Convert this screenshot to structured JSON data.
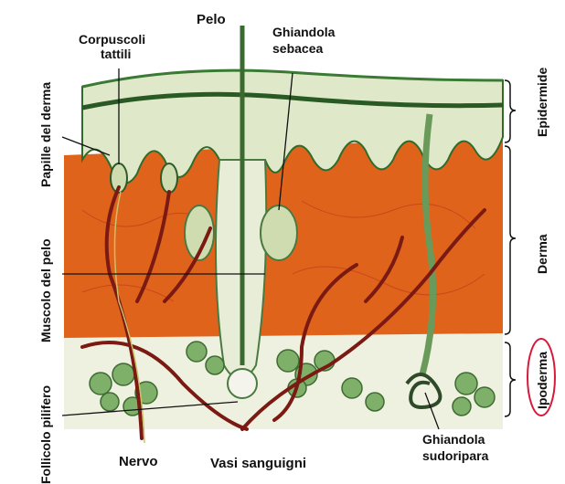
{
  "labels": {
    "pelo": "Pelo",
    "corpuscoli_line1": "Corpuscoli",
    "corpuscoli_line2": "tattili",
    "ghiandola_sebacea_line1": "Ghiandola",
    "ghiandola_sebacea_line2": "sebacea",
    "papille": "Papille del derma",
    "muscolo": "Muscolo del pelo",
    "follicolo": "Follicolo pilifero",
    "nervo": "Nervo",
    "vasi": "Vasi sanguigni",
    "ghiandola_sudoripara_line1": "Ghiandola",
    "ghiandola_sudoripara_line2": "sudoripara",
    "epidermide": "Epidermide",
    "derma": "Derma",
    "ipoderma": "Ipoderma"
  },
  "colors": {
    "dermis": "#e0631c",
    "epidermis": "#dfe8c8",
    "skin_edge": "#2f6b2a",
    "vessel": "#7a1a12",
    "fat": "#7fb06a",
    "highlight_circle": "#d81a3a"
  }
}
